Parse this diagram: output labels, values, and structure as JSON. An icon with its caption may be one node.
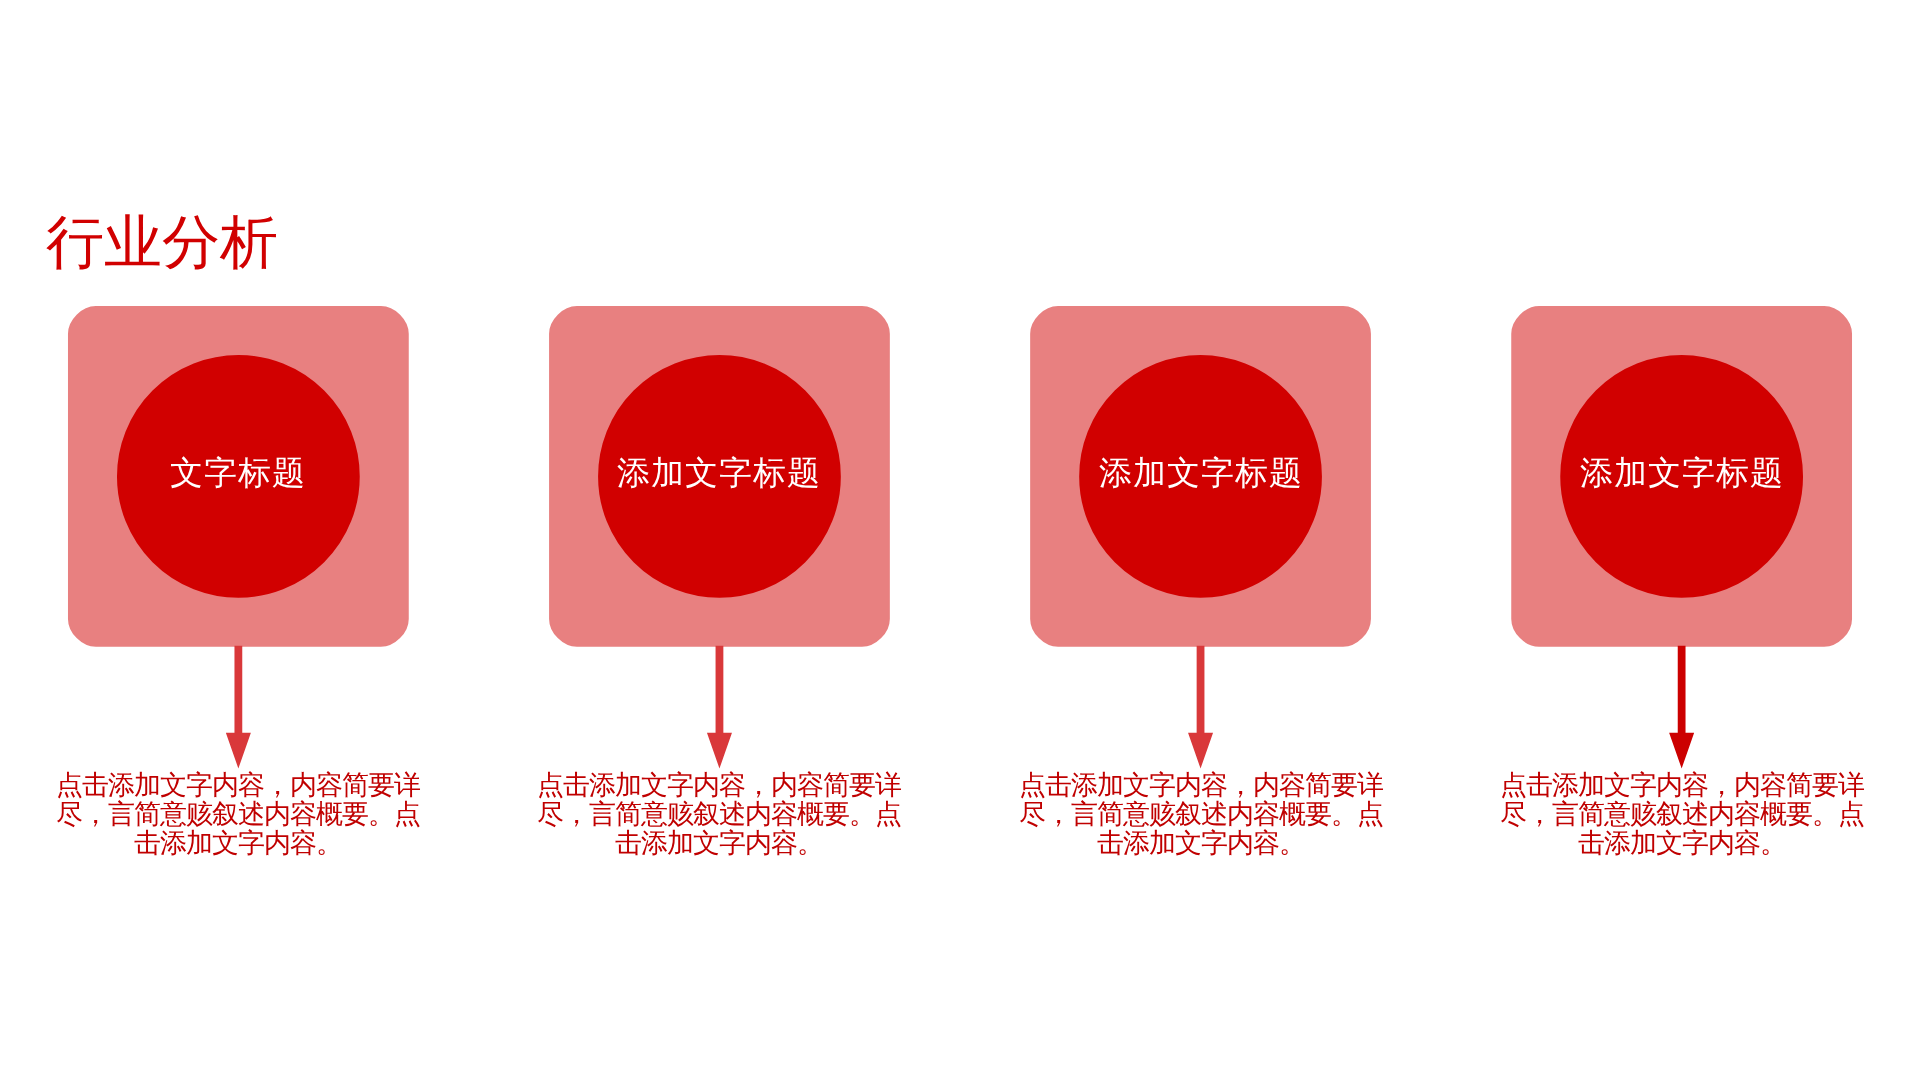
{
  "diagram": {
    "title": "行业分析",
    "nodes": [
      {
        "text": [],
        "shape": "petal"
      },
      {
        "text": [
          "文字标题"
        ],
        "in": 0
      },
      {
        "text": [],
        "shape": "petal"
      },
      {
        "text": [
          "添加文字标题"
        ],
        "in": 2
      },
      {
        "text": [],
        "shape": "petal"
      },
      {
        "text": [
          "添加文字标题"
        ],
        "in": 4
      },
      {
        "text": [],
        "shape": "petal"
      },
      {
        "text": [
          "添加文字标题"
        ],
        "in": 6
      },
      {
        "text": [
          "点击添加文字内容，内容简要详尽，言简意赅叙述内容概要。点击添加文字内容。"
        ]
      },
      {
        "text": [
          "点击添加文字内容，内容简要详尽，言简意赅叙述内容概要。点击添加文字内容。"
        ]
      },
      {
        "text": [
          "点击添加文字内容，内容简要详尽，言简意赅叙述内容概要。点击添加文字内容。"
        ]
      },
      {
        "text": [
          "点击添加文字内容，内容简要详尽，言简意赅叙述内容概要。点击添加文字内容。"
        ]
      }
    ],
    "edges": [
      {
        "from": 0,
        "to": 8,
        "arrow": "to"
      },
      {
        "from": 2,
        "to": 9,
        "arrow": "to"
      },
      {
        "from": 4,
        "to": 10,
        "arrow": "to"
      },
      {
        "from": 6,
        "to": 11,
        "arrow": "to",
        "color": "#cc0000"
      }
    ]
  }
}
